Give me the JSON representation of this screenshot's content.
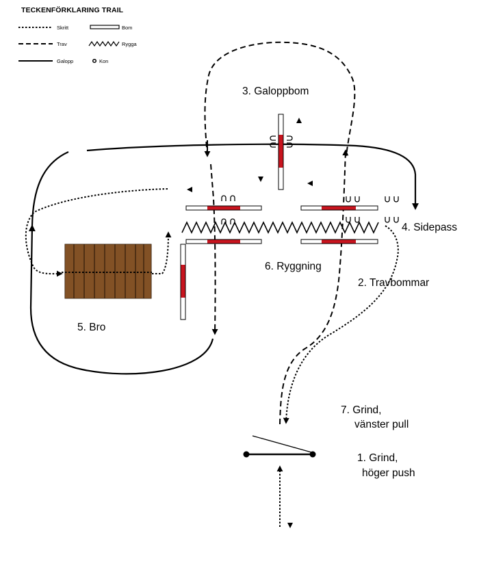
{
  "legend": {
    "title": "TECKENFÖRKLARING TRAIL",
    "walk": "Skritt",
    "trot": "Trav",
    "canter": "Galopp",
    "pole": "Bom",
    "backup": "Rygga",
    "cone": "Kon"
  },
  "obstacles": {
    "canter_pole": "3. Galoppbom",
    "sidepass": "4. Sidepass",
    "backup": "6. Ryggning",
    "trot_poles": "2. Travbommar",
    "bridge": "5. Bro",
    "gate_pull_1": "7. Grind,",
    "gate_pull_2": "vänster pull",
    "gate_push_1": "1. Grind,",
    "gate_push_2": "höger push"
  },
  "colors": {
    "line": "#000000",
    "pole_stripe": "#c8141e",
    "bridge_wood": "#7a4a22",
    "bridge_plank_line": "#2e1a0a"
  }
}
